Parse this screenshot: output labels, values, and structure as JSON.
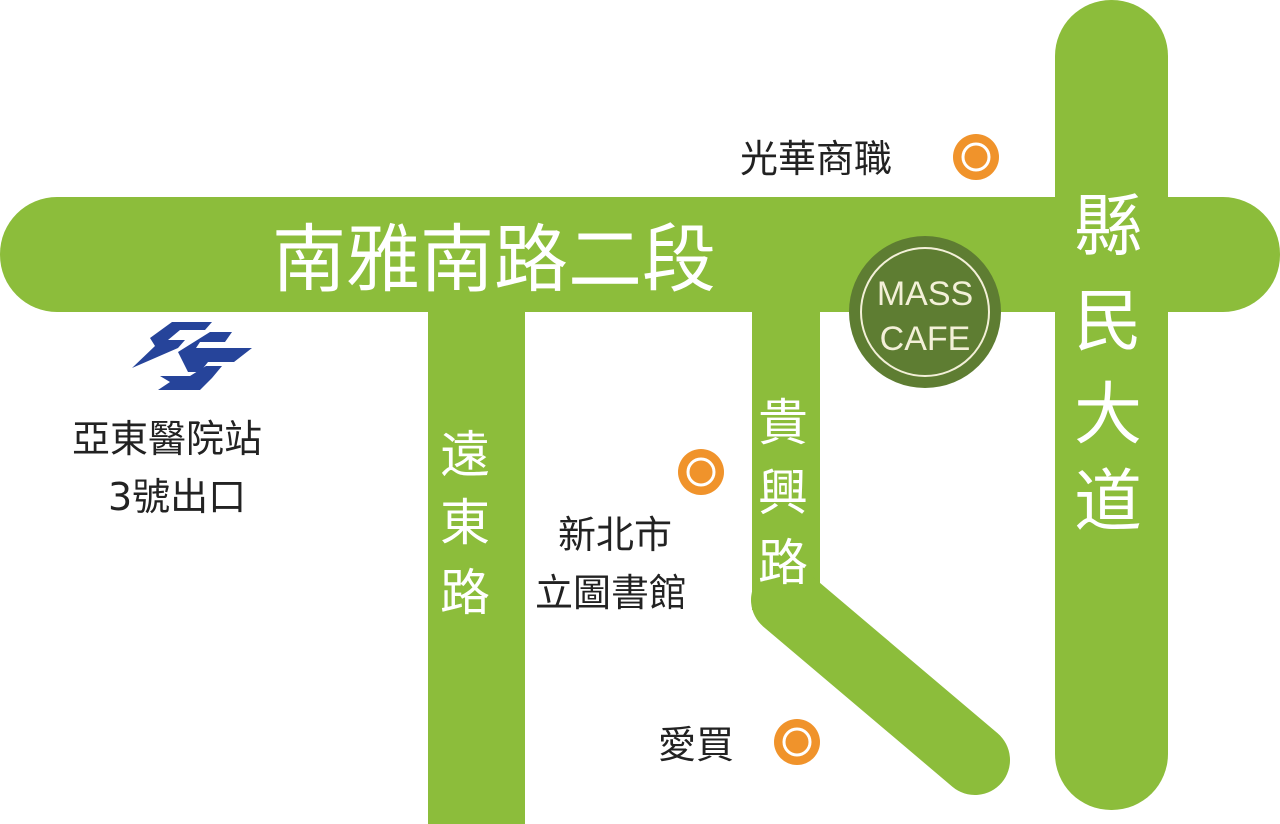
{
  "map": {
    "roads": {
      "main_horizontal": "南雅南路二段",
      "yuandong": [
        "遠",
        "東",
        "路"
      ],
      "guixing": [
        "貴",
        "興",
        "路"
      ],
      "xianmin": [
        "縣",
        "民",
        "大",
        "道"
      ]
    },
    "pois": {
      "guanghua": "光華商職",
      "library_line1": "新北市",
      "library_line2": "立圖書館",
      "aimai": "愛買",
      "station_line1": "亞東醫院站",
      "station_line2": "3號出口"
    },
    "cafe": {
      "line1": "MASS",
      "line2": "CAFE"
    },
    "colors": {
      "road": "#8cbd3b",
      "cafe": "#5e7d32",
      "marker": "#f0932b",
      "metro": "#26449a"
    }
  }
}
